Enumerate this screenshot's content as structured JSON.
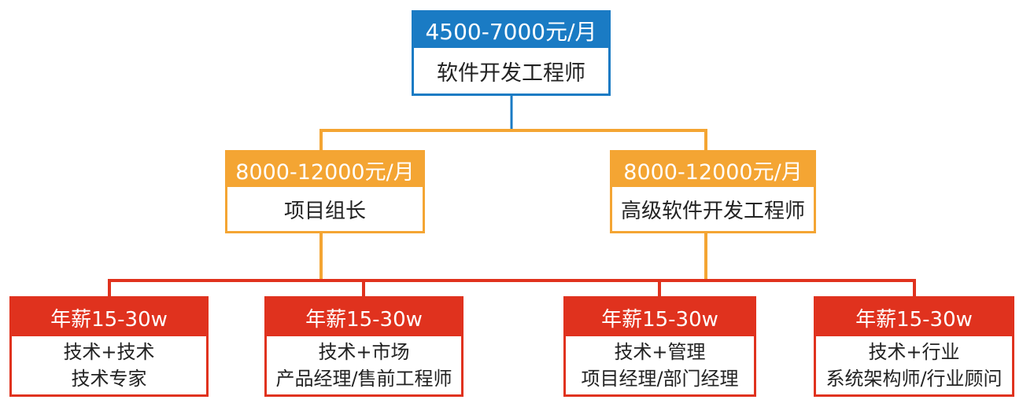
{
  "colors": {
    "top": "#1a7bc4",
    "mid": "#f4a533",
    "leaf": "#e0321e"
  },
  "nodes": {
    "top": {
      "salary": "4500-7000元/月",
      "title": "软件开发工程师"
    },
    "mid_left": {
      "salary": "8000-12000元/月",
      "title": "项目组长"
    },
    "mid_right": {
      "salary": "8000-12000元/月",
      "title": "高级软件开发工程师"
    },
    "leaves": [
      {
        "salary": "年薪15-30w",
        "line1": "技术+技术",
        "line2": "技术专家"
      },
      {
        "salary": "年薪15-30w",
        "line1": "技术+市场",
        "line2": "产品经理/售前工程师"
      },
      {
        "salary": "年薪15-30w",
        "line1": "技术+管理",
        "line2": "项目经理/部门经理"
      },
      {
        "salary": "年薪15-30w",
        "line1": "技术+行业",
        "line2": "系统架构师/行业顾问"
      }
    ]
  }
}
